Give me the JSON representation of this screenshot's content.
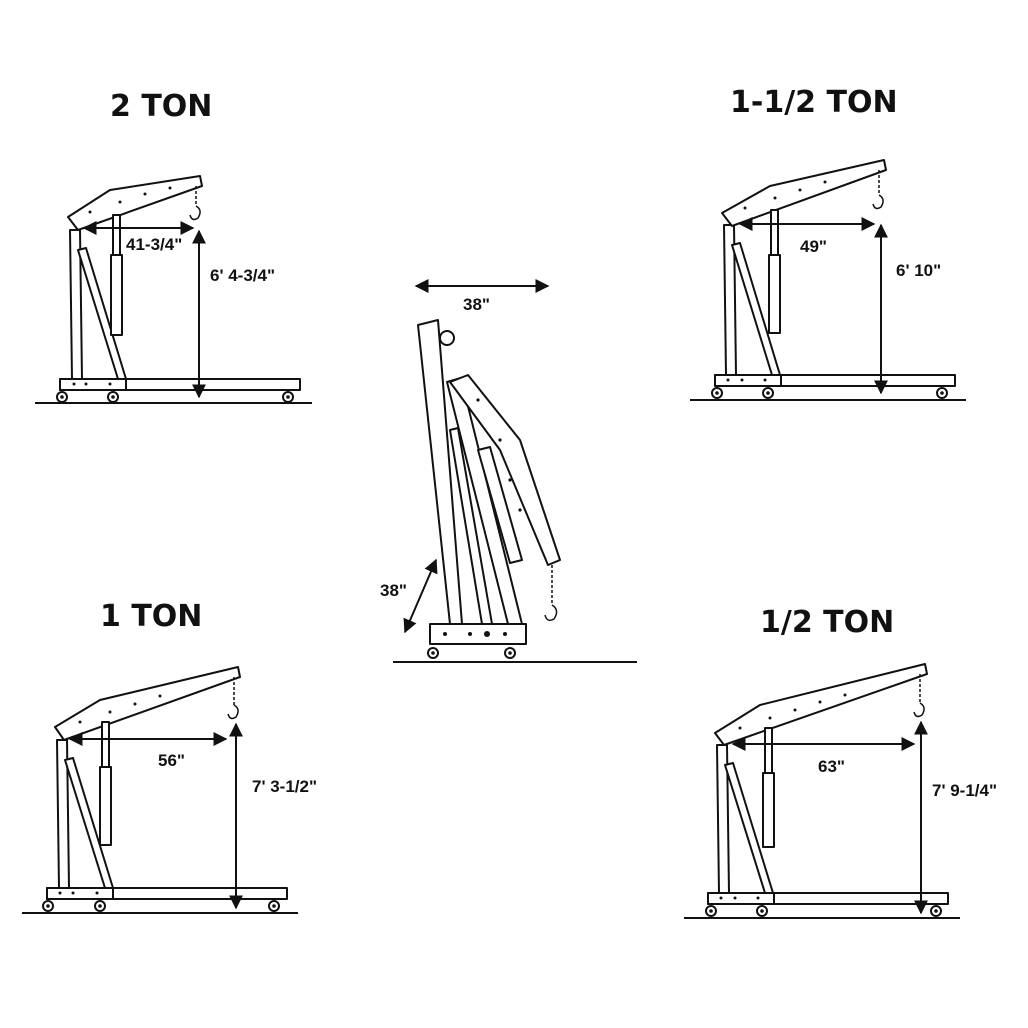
{
  "cranes": [
    {
      "id": "two-ton",
      "title": "2 TON",
      "reach": "41-3/4\"",
      "height": "6' 4-3/4\""
    },
    {
      "id": "one-and-half-ton",
      "title": "1-1/2 TON",
      "reach": "49\"",
      "height": "6' 10\""
    },
    {
      "id": "one-ton",
      "title": "1 TON",
      "reach": "56\"",
      "height": "7' 3-1/2\""
    },
    {
      "id": "half-ton",
      "title": "1/2 TON",
      "reach": "63\"",
      "height": "7' 9-1/4\""
    }
  ],
  "folded": {
    "width": "38\"",
    "depth": "38\""
  }
}
